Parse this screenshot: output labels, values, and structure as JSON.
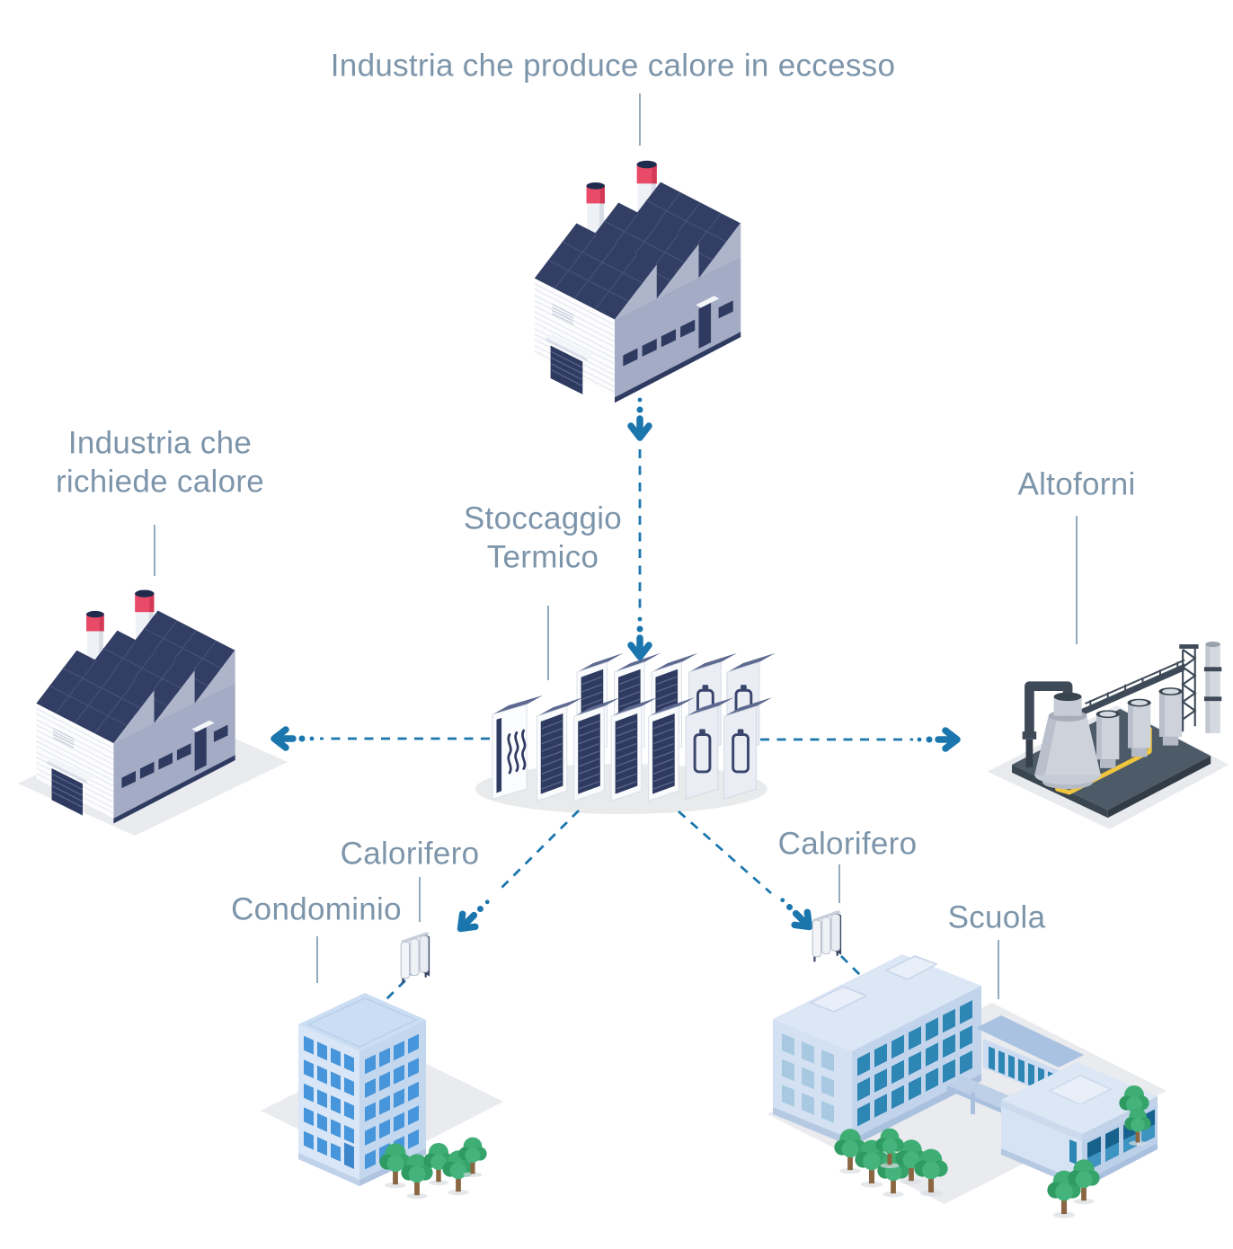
{
  "diagram": {
    "background": "#ffffff",
    "nodes": {
      "producer_industry": {
        "label": "Industria che produce calore in eccesso",
        "illustration": "factory-with-red-chimneys"
      },
      "consumer_industry": {
        "label": "Industria che richiede calore",
        "illustration": "factory-with-red-chimneys"
      },
      "thermal_storage": {
        "label": "Stoccaggio Termico",
        "illustration": "battery-storage-unit-cluster"
      },
      "blast_furnaces": {
        "label": "Altoforni",
        "illustration": "blast-furnace-plant"
      },
      "radiator_left": {
        "label": "Calorifero",
        "illustration": "radiator"
      },
      "condominium": {
        "label": "Condominio",
        "illustration": "apartment-building"
      },
      "radiator_right": {
        "label": "Calorifero",
        "illustration": "radiator"
      },
      "school": {
        "label": "Scuola",
        "illustration": "school-building"
      }
    },
    "edges": [
      {
        "from": "producer_industry",
        "to": "thermal_storage",
        "style": "dashed",
        "arrow": "to"
      },
      {
        "from": "thermal_storage",
        "to": "consumer_industry",
        "style": "dashed",
        "arrow": "to"
      },
      {
        "from": "thermal_storage",
        "to": "blast_furnaces",
        "style": "dashed",
        "arrow": "to"
      },
      {
        "from": "thermal_storage",
        "to": "condominium",
        "via": "radiator_left",
        "style": "dashed",
        "arrow": "to"
      },
      {
        "from": "thermal_storage",
        "to": "school",
        "via": "radiator_right",
        "style": "dashed",
        "arrow": "to"
      }
    ],
    "colors": {
      "label_text": "#7d95aa",
      "connector_line": "#93abbc",
      "arrow_blue": "#1b76ae",
      "roof_navy": "#2e3a60",
      "chimney_red": "#e84a67",
      "window_blue": "#4795da",
      "school_window_teal": "#2d86b4",
      "tree_green": "#3fae74",
      "pipe_yellow": "#f0c63e",
      "ground_gray": "#e9ebee"
    }
  }
}
